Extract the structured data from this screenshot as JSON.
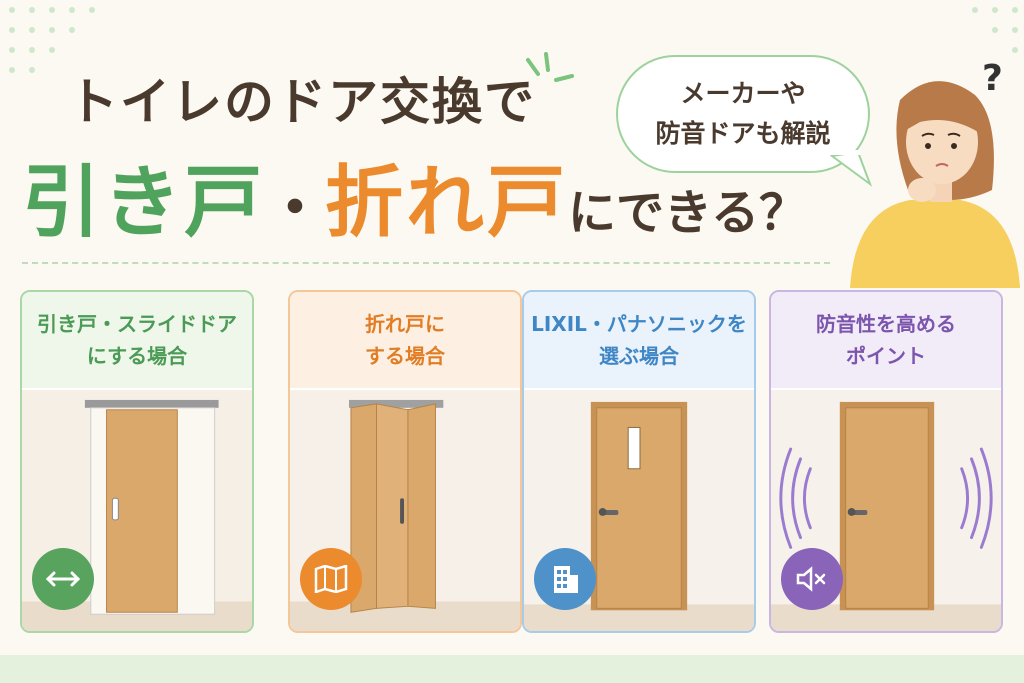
{
  "heading": {
    "line1": "トイレのドア交換で",
    "sliding": "引き戸",
    "dot": "・",
    "folding": "折れ戸",
    "question": "にできる？"
  },
  "bubble": {
    "line1": "メーカーや",
    "line2": "防音ドアも解説"
  },
  "question_mark": "?",
  "cards": [
    {
      "line1": "引き戸・スライドドア",
      "line2": "にする場合",
      "icon": "arrows-icon",
      "color": "#58a45f"
    },
    {
      "line1": "折れ戸に",
      "line2": "する場合",
      "icon": "map-fold-icon",
      "color": "#ec8a2e"
    },
    {
      "line1": "LIXIL・パナソニックを",
      "line2": "選ぶ場合",
      "icon": "building-icon",
      "color": "#4e92c9"
    },
    {
      "line1": "防音性を高める",
      "line2": "ポイント",
      "icon": "mute-icon",
      "color": "#8a64b8"
    }
  ]
}
